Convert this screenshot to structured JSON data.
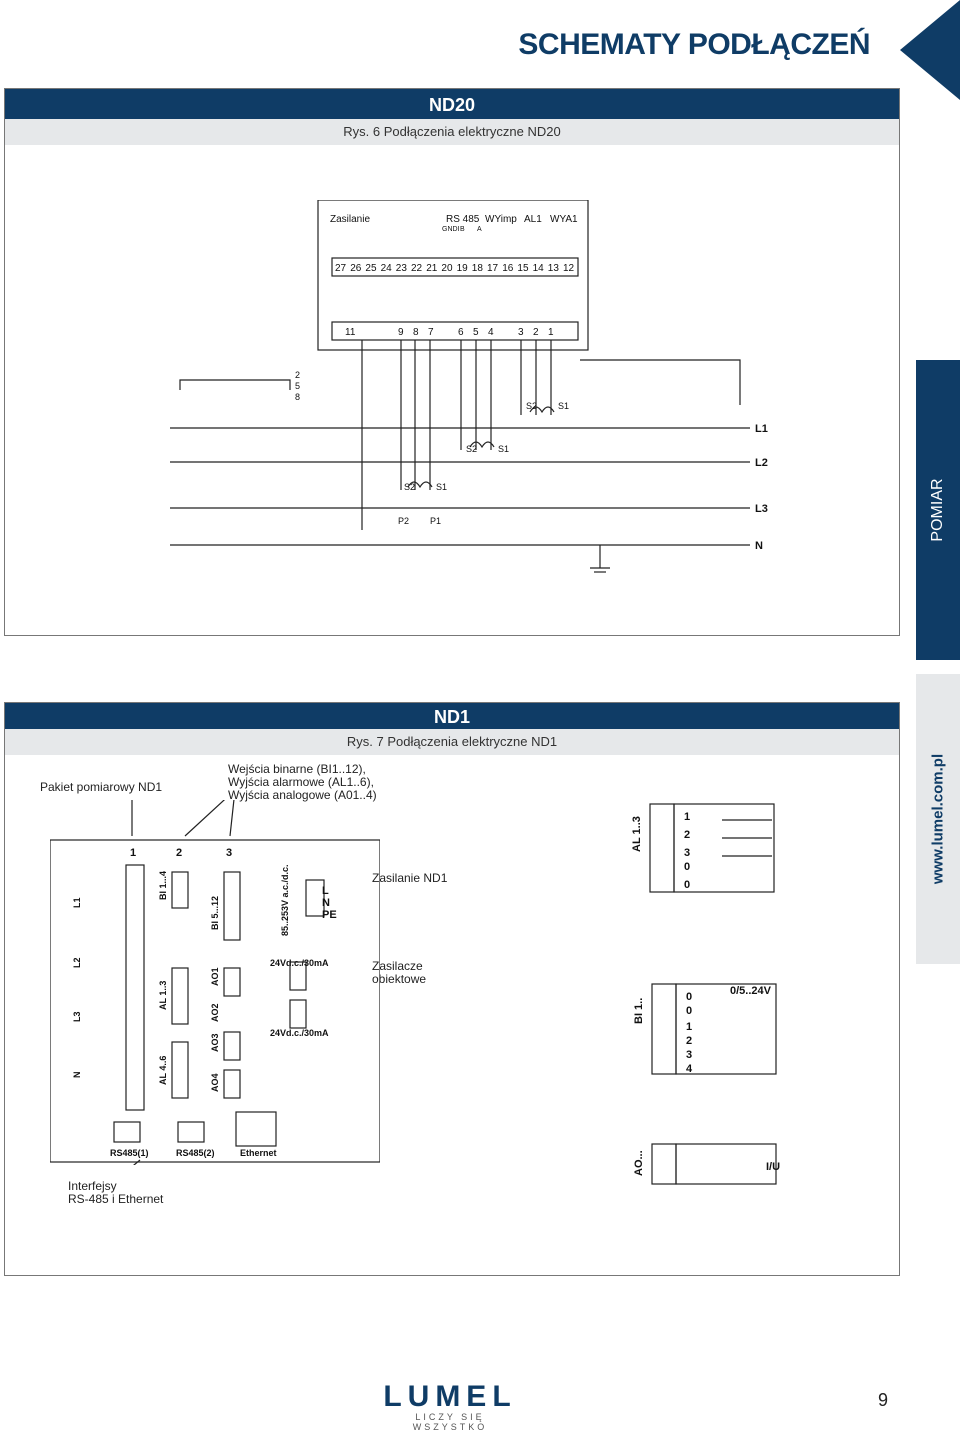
{
  "header": {
    "title": "SCHEMATY PODŁĄCZEŃ"
  },
  "nd20": {
    "band_title": "ND20",
    "caption": "Rys. 6 Podłączenia elektryczne ND20",
    "top_labels": [
      "Zasilanie",
      "RS 485",
      "WYimp",
      "AL1",
      "WYA1"
    ],
    "sub_labels": [
      "GNDI",
      "B",
      "A"
    ],
    "upper_terminals": [
      "27",
      "26",
      "25",
      "24",
      "23",
      "22",
      "21",
      "20",
      "19",
      "18",
      "17",
      "16",
      "15",
      "14",
      "13",
      "12"
    ],
    "lower_terminals": [
      "11",
      "9",
      "8",
      "7",
      "6",
      "5",
      "4",
      "3",
      "2",
      "1"
    ],
    "phases": [
      "L1",
      "L2",
      "L3",
      "N"
    ],
    "ct_labels": {
      "s2": "S2",
      "s1": "S1",
      "p2": "P2",
      "p1": "P1"
    },
    "vt_numbers": [
      "2",
      "5",
      "8"
    ]
  },
  "side_tabs": {
    "pomiar": "POMIAR",
    "www": "www.lumel.com.pl"
  },
  "nd1": {
    "band_title": "ND1",
    "caption": "Rys. 7 Podłączenia elektryczne ND1",
    "label_pakiet": "Pakiet pomiarowy ND1",
    "label_inputs": [
      "Wejścia binarne (BI1..12),",
      "Wyjścia alarmowe (AL1..6),",
      "Wyjścia analogowe (A01..4)"
    ],
    "label_supply": "Zasilanie ND1",
    "label_object_supply": [
      "Zasilacze",
      "obiektowe"
    ],
    "label_interfaces": [
      "Interfejsy",
      "RS-485 i Ethernet"
    ],
    "connector_numbers": [
      "1",
      "2",
      "3"
    ],
    "phase_groups": [
      "L1",
      "L2",
      "L3",
      "N"
    ],
    "bi_labels": [
      "BI 1...4",
      "BI 5...12"
    ],
    "al_labels": [
      "AL 1..3",
      "AL 4..6"
    ],
    "ao_labels": [
      "AO1",
      "AO2",
      "AO3",
      "AO4"
    ],
    "supply_text": "85..253V a.c./d.c.",
    "supply_pins": [
      "L",
      "N",
      "PE"
    ],
    "dc_supply": "24Vd.c./30mA",
    "ports": [
      "RS485(1)",
      "RS485(2)",
      "Ethernet"
    ],
    "al_detail": {
      "label": "AL 1..3",
      "pins": [
        "1",
        "2",
        "3",
        "0",
        "0"
      ]
    },
    "bi_detail": {
      "label": "BI 1..",
      "pins": [
        "0",
        "0",
        "1",
        "2",
        "3",
        "4"
      ],
      "voltage": "0/5..24V"
    },
    "ao_detail": {
      "label": "AO...",
      "output": "I/U"
    }
  },
  "footer": {
    "logo": "LUMEL",
    "slogan": "LICZY SIĘ WSZYSTKO",
    "page_number": "9"
  },
  "colors": {
    "brand": "#0f3c66",
    "band_light": "#e6e8ea"
  }
}
